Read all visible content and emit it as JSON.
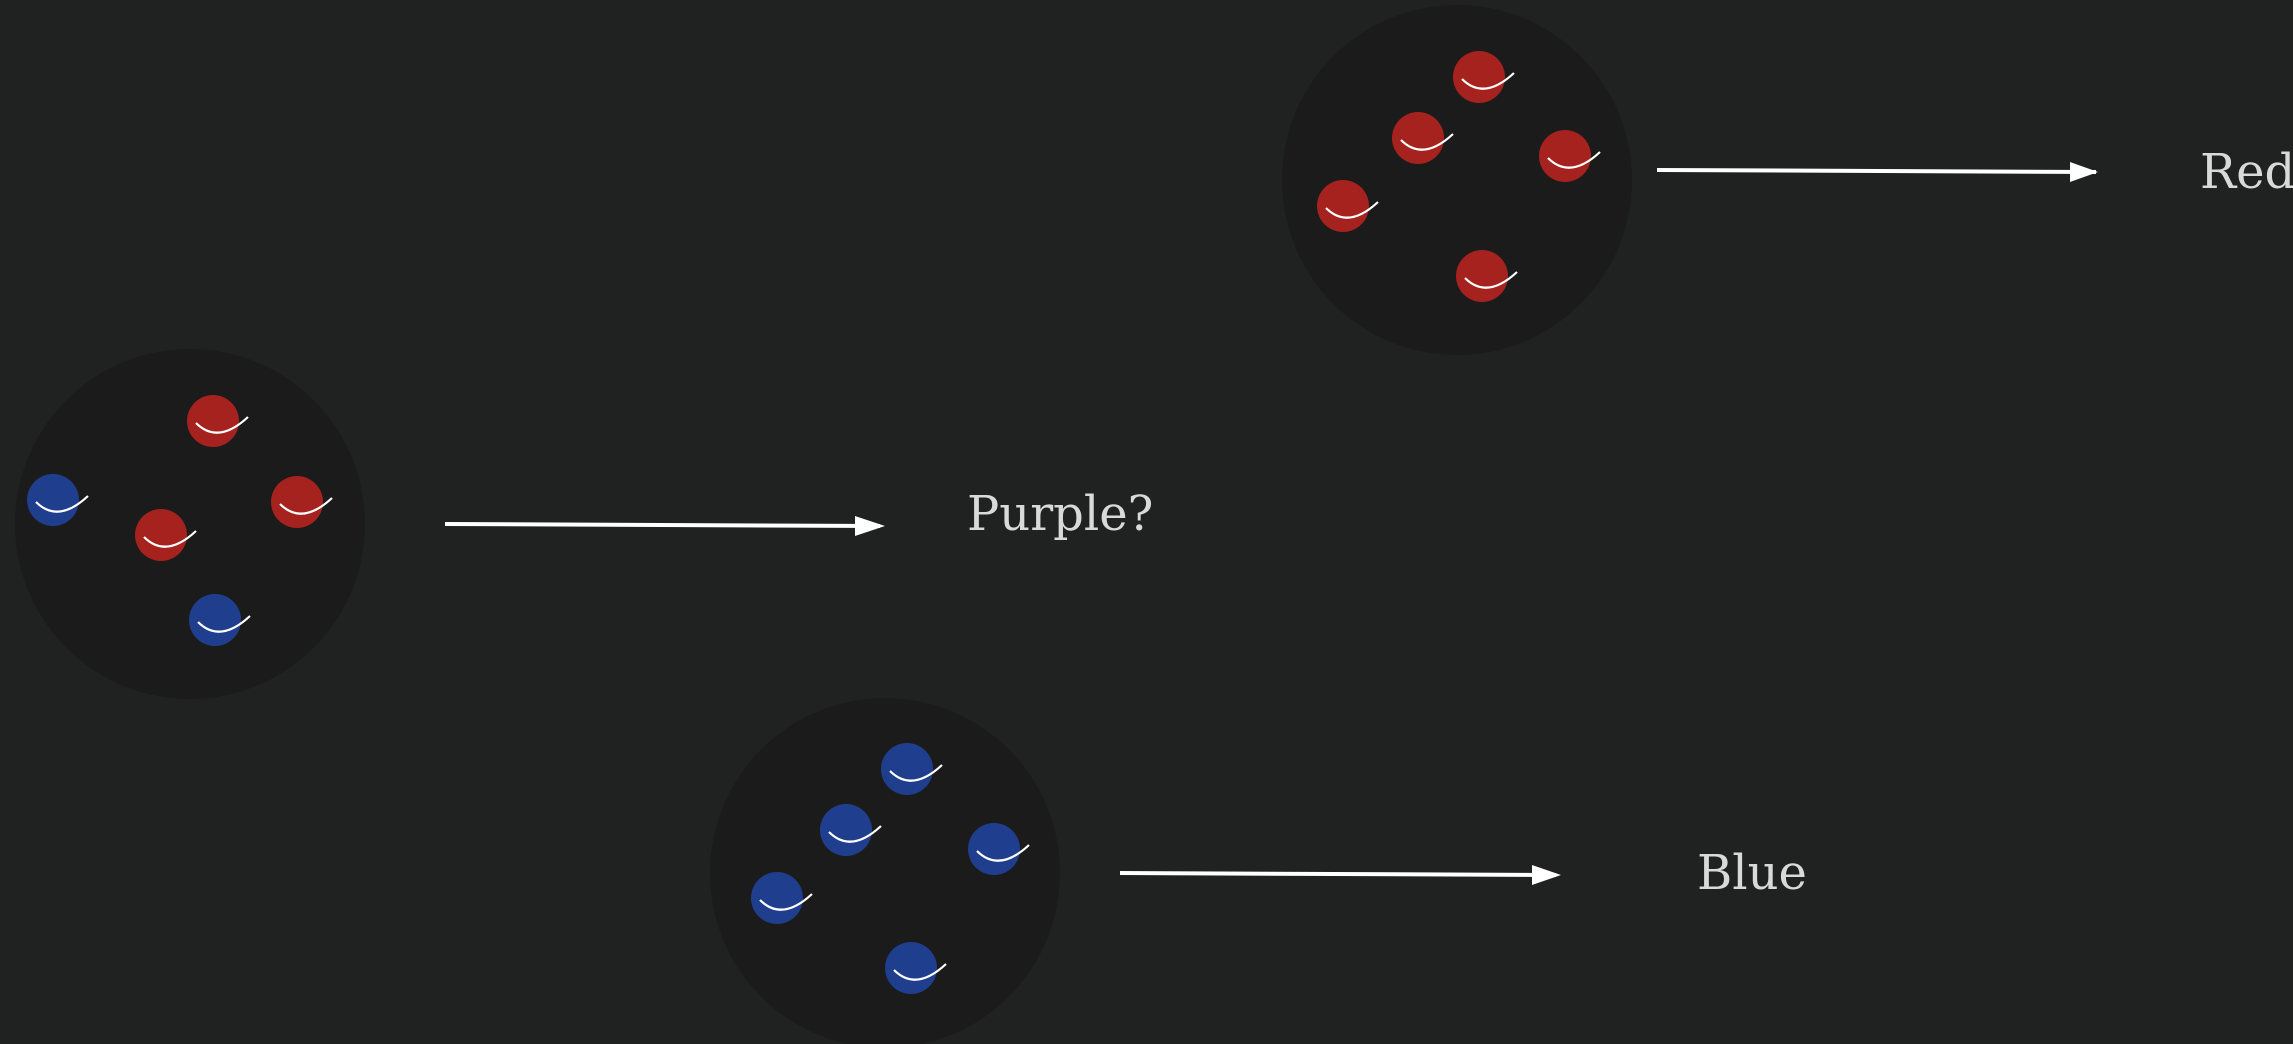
{
  "colors": {
    "background": "#202121",
    "container": "#1b1b1b",
    "red_particle": "#a5221e",
    "blue_particle": "#1f3f8e",
    "spin": "#ffffff",
    "arrow": "#ffffff",
    "label": "#d9d9d9"
  },
  "groups": [
    {
      "id": "red",
      "label": "Red",
      "particles": [
        "red",
        "red",
        "red",
        "red",
        "red"
      ]
    },
    {
      "id": "mixed",
      "label": "Purple?",
      "particles": [
        "red",
        "blue",
        "red",
        "red",
        "blue"
      ]
    },
    {
      "id": "blue",
      "label": "Blue",
      "particles": [
        "blue",
        "blue",
        "blue",
        "blue",
        "blue"
      ]
    }
  ]
}
